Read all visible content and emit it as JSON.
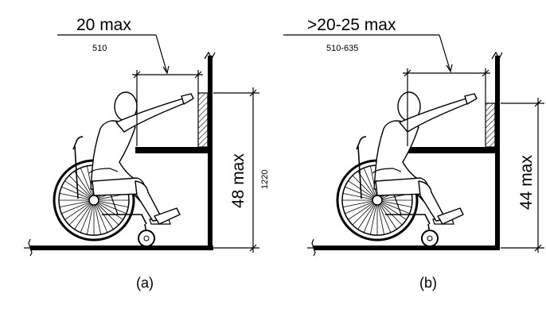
{
  "panel_a": {
    "reach_depth_label": "20 max",
    "reach_depth_metric": "510",
    "reach_height_label": "48 max",
    "reach_height_metric": "1220",
    "caption": "(a)"
  },
  "panel_b": {
    "reach_depth_label": ">20-25 max",
    "reach_depth_metric": "510-635",
    "reach_height_label": "44 max",
    "caption": "(b)"
  },
  "colors": {
    "ink": "#000000",
    "background": "#ffffff"
  }
}
